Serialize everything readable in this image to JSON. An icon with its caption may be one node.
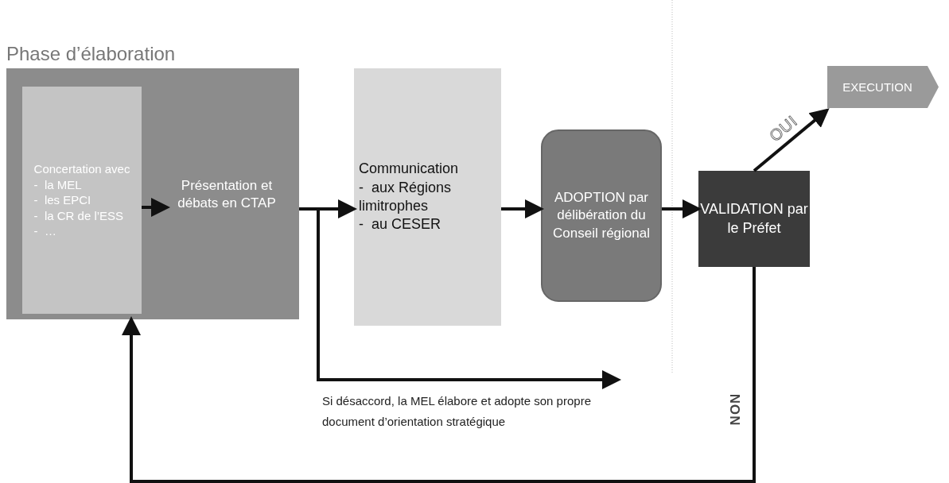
{
  "diagram": {
    "nodes": [
      {
        "text": [
          "Phase d’élaboration"
        ]
      },
      {
        "text": [
          "Concertation avec - la MEL - les EPCI - la CR de l’ESS - …"
        ],
        "in": 0
      },
      {
        "text": [
          "Présentation et débats en CTAP"
        ],
        "in": 0
      },
      {
        "text": [
          "Communication - aux Régions limitrophes - au CESER"
        ]
      },
      {
        "text": [
          "ADOPTION par délibération du Conseil régional"
        ]
      },
      {
        "text": [
          "VALIDATION par le Préfet"
        ]
      },
      {
        "text": [
          "EXECUTION"
        ]
      }
    ],
    "edges": [
      {
        "from": 1,
        "to": 2,
        "arrow": "to"
      },
      {
        "from": 0,
        "to": 3,
        "arrow": "to"
      },
      {
        "from": 0,
        "to": null,
        "arrow": "to"
      },
      {
        "from": 3,
        "to": 4,
        "arrow": "to"
      },
      {
        "from": 4,
        "to": 5,
        "arrow": "to"
      },
      {
        "from": 5,
        "to": 6,
        "arrow": "to",
        "label": "OUI"
      },
      {
        "from": 5,
        "to": 0,
        "arrow": "to",
        "label": "NON"
      }
    ],
    "labels": [
      "Si désaccord, la MEL élabore et adopte son propre document d’orientation stratégique"
    ]
  }
}
